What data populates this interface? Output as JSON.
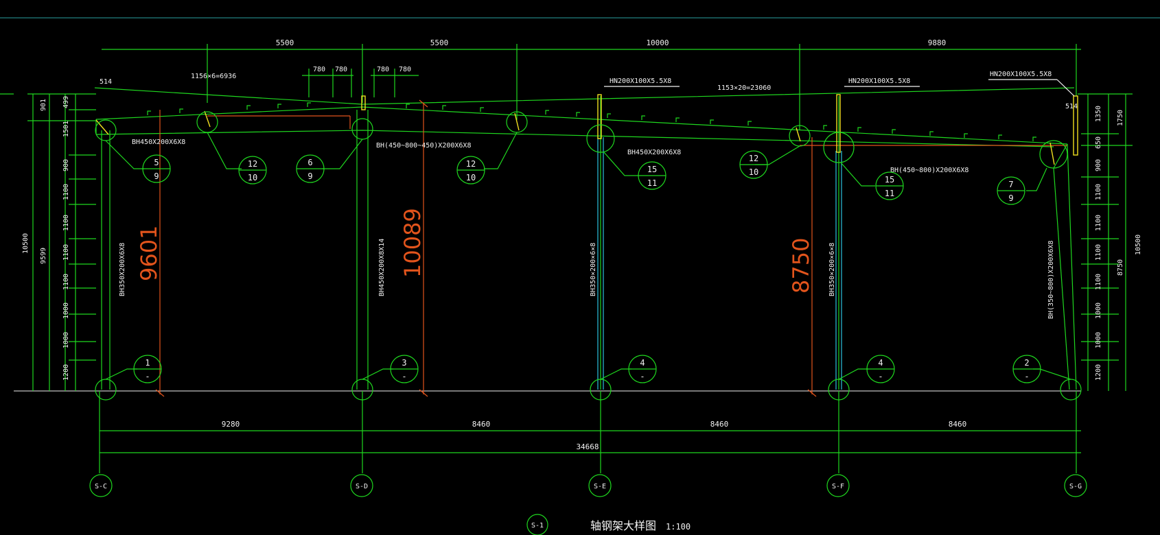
{
  "drawing": {
    "title_symbol": "S-1",
    "title": "轴钢架大样图",
    "scale": "1:100"
  },
  "top_dims": {
    "spans": [
      "5500",
      "5500",
      "10000",
      "9880"
    ],
    "left_edge": "514",
    "right_edge": "514",
    "purlin_left": "1156×6=6936",
    "purlin_right": "1153×20=23060",
    "ridge_spacing": [
      "780",
      "780",
      "780",
      "780"
    ]
  },
  "beam_labels": {
    "hn_1": "HN200X100X5.5X8",
    "hn_2": "HN200X100X5.5X8",
    "hn_3": "HN200X100X5.5X8",
    "rafter_1": "BH450X200X6X8",
    "rafter_2": "BH(450~800~450)X200X6X8",
    "rafter_3": "BH450X200X6X8",
    "rafter_4": "BH(450~800)X200X6X8"
  },
  "column_labels": {
    "col_c": "BH350X200X6X8",
    "col_d": "BH450X200X8X14",
    "col_e": "BH350×200×6×8",
    "col_f": "BH350×200×6×8",
    "col_g": "BH(350~800)X200X6X8"
  },
  "heights": {
    "h1": "9601",
    "h2": "10089",
    "h3": "8750"
  },
  "left_dims": {
    "overall": "10500",
    "sub": "9599",
    "top_small": "901",
    "segments": [
      "499",
      "1501",
      "900",
      "1100",
      "1100",
      "1100",
      "1100",
      "1000",
      "1000",
      "1200"
    ]
  },
  "right_dims": {
    "overall": "10500",
    "sub": "8750",
    "top_small": "1750",
    "segments": [
      "1350",
      "650",
      "900",
      "1100",
      "1100",
      "1100",
      "1100",
      "1000",
      "1000",
      "1200"
    ]
  },
  "bottom_dims": {
    "spans": [
      "9280",
      "8460",
      "8460",
      "8460"
    ],
    "total": "34668"
  },
  "axes": [
    "S-C",
    "S-D",
    "S-E",
    "S-F",
    "S-G"
  ],
  "detail_bubbles": {
    "d_5_9": {
      "top": "5",
      "bottom": "9"
    },
    "d_12_10_a": {
      "top": "12",
      "bottom": "10"
    },
    "d_6_9": {
      "top": "6",
      "bottom": "9"
    },
    "d_12_10_b": {
      "top": "12",
      "bottom": "10"
    },
    "d_15_11_a": {
      "top": "15",
      "bottom": "11"
    },
    "d_12_10_c": {
      "top": "12",
      "bottom": "10"
    },
    "d_15_11_b": {
      "top": "15",
      "bottom": "11"
    },
    "d_7_9": {
      "top": "7",
      "bottom": "9"
    },
    "d_1": {
      "top": "1",
      "bottom": "-"
    },
    "d_3": {
      "top": "3",
      "bottom": "-"
    },
    "d_4_a": {
      "top": "4",
      "bottom": "-"
    },
    "d_4_b": {
      "top": "4",
      "bottom": "-"
    },
    "d_2": {
      "top": "2",
      "bottom": "-"
    }
  }
}
